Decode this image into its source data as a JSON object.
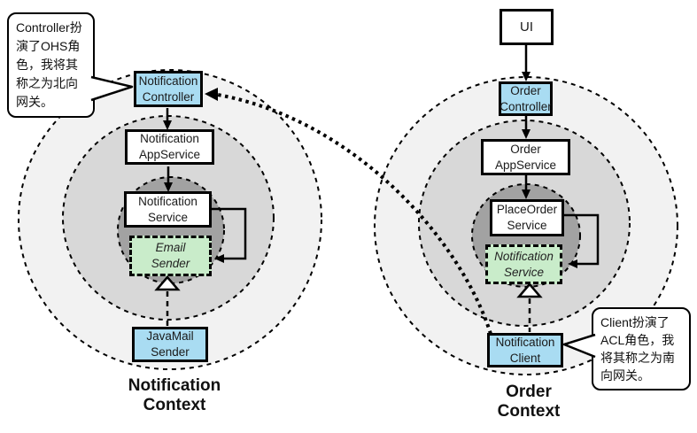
{
  "left_context": {
    "label": "Notification\nContext",
    "callout": "Controller扮演了OHS角色，我将其称之为北向网关。",
    "nodes": {
      "controller": "Notification\nController",
      "app_service": "Notification\nAppService",
      "domain_service": "Notification\nService",
      "interface": "Email\nSender",
      "adapter": "JavaMail\nSender"
    }
  },
  "right_context": {
    "label": "Order\nContext",
    "callout": "Client扮演了ACL角色，我将其称之为南向网关。",
    "nodes": {
      "ui": "UI",
      "controller": "Order\nController",
      "app_service": "Order\nAppService",
      "domain_service": "PlaceOrder\nService",
      "interface": "Notification\nService",
      "adapter": "Notification\nClient"
    }
  },
  "colors": {
    "box_blue": "#a9dcf2",
    "box_green": "#c9ecca",
    "ring_outer": "#f2f2f2",
    "ring_middle": "#d8d8d8",
    "ring_inner": "#a2a2a2",
    "line": "#000000"
  }
}
